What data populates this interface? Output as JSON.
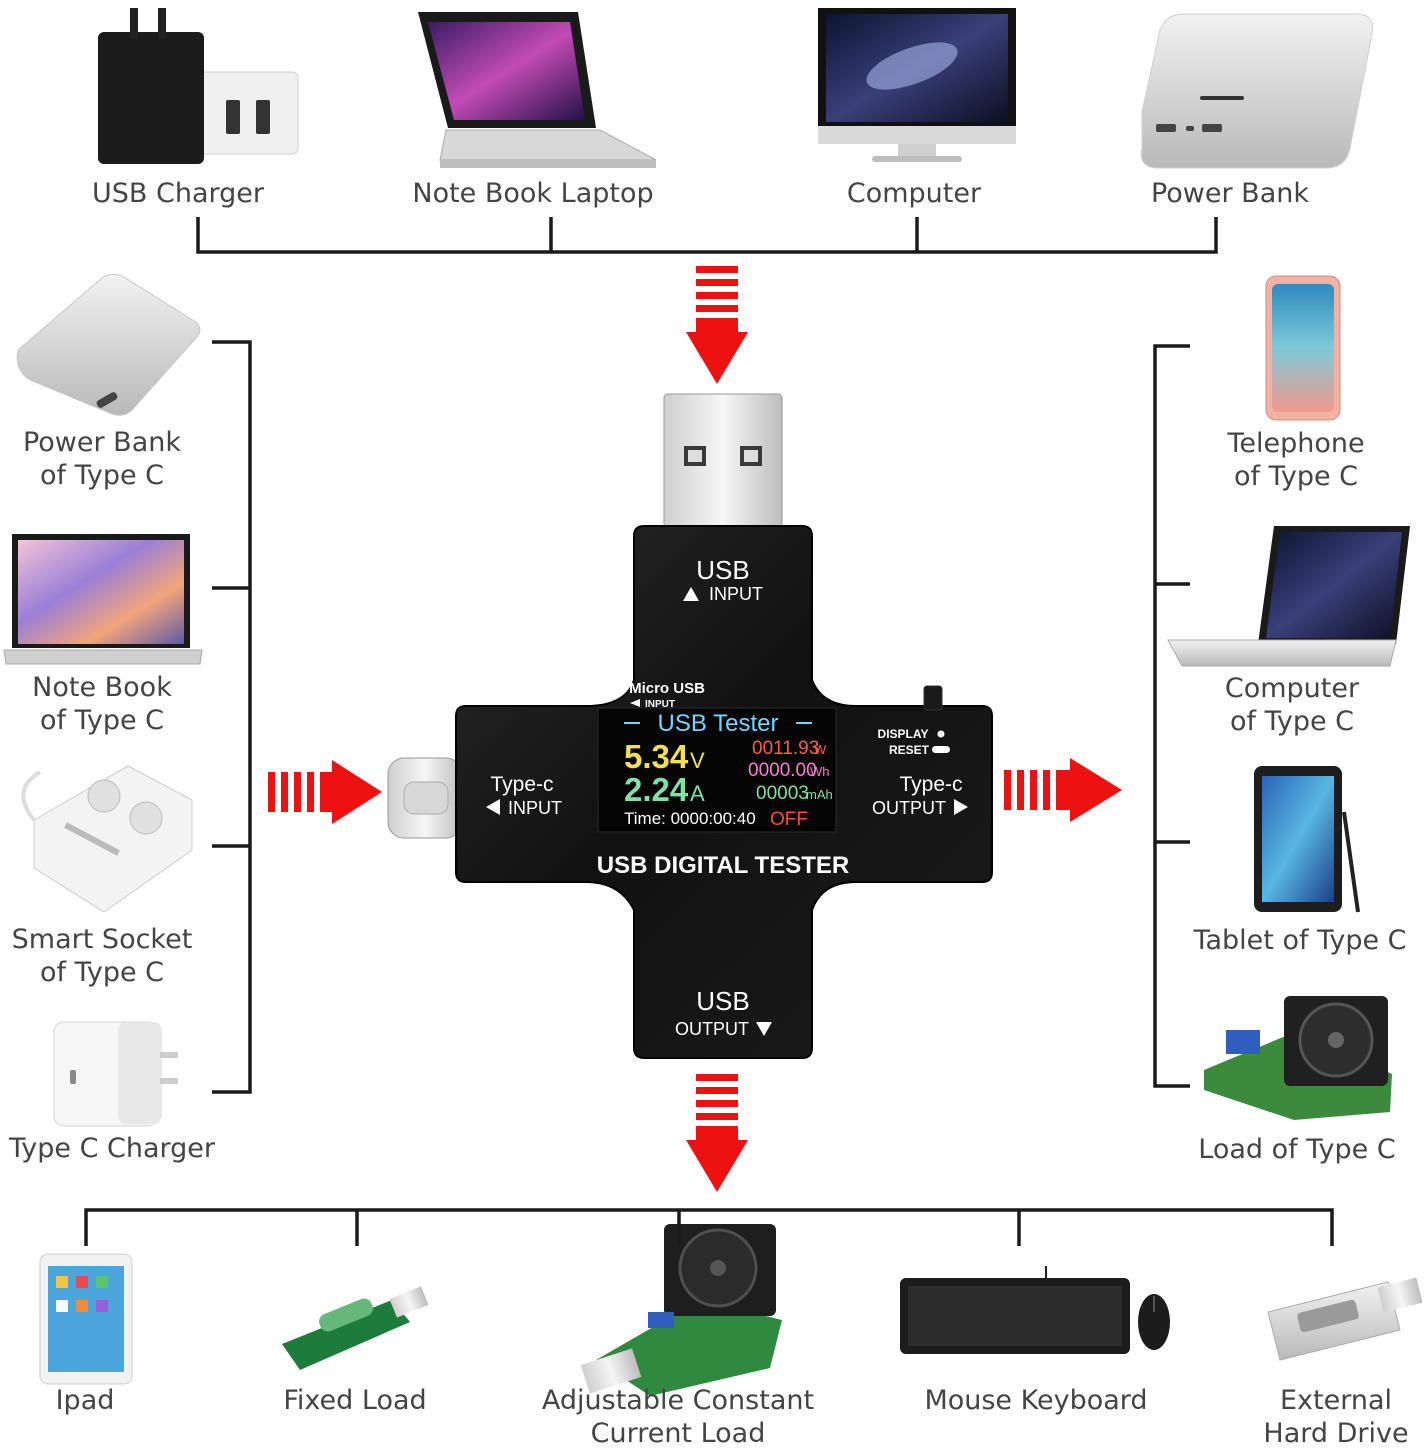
{
  "colors": {
    "arrow": "#ee1111",
    "device_body": "#141414",
    "bracket": "#1a1a1a",
    "screen_bg": "#050505"
  },
  "top_sources": [
    {
      "label": "USB Charger",
      "icon": "usb-charger-icon"
    },
    {
      "label": "Note Book Laptop",
      "icon": "laptop-icon"
    },
    {
      "label": "Computer",
      "icon": "computer-icon"
    },
    {
      "label": "Power Bank",
      "icon": "power-bank-icon"
    }
  ],
  "left_sources": [
    {
      "line1": "Power Bank",
      "line2": "of Type C",
      "icon": "power-bank-icon"
    },
    {
      "line1": "Note Book",
      "line2": "of Type C",
      "icon": "laptop-icon"
    },
    {
      "line1": "Smart Socket",
      "line2": "of Type C",
      "icon": "power-strip-icon"
    },
    {
      "line1": "Type C Charger",
      "line2": "",
      "icon": "type-c-charger-icon"
    }
  ],
  "right_loads": [
    {
      "line1": "Telephone",
      "line2": "of Type C",
      "icon": "phone-icon"
    },
    {
      "line1": "Computer",
      "line2": "of Type C",
      "icon": "laptop-icon"
    },
    {
      "line1": "Tablet of Type C",
      "line2": "",
      "icon": "tablet-icon"
    },
    {
      "line1": "Load of Type C",
      "line2": "",
      "icon": "load-board-icon"
    }
  ],
  "bottom_loads": [
    {
      "line1": "Ipad",
      "line2": "",
      "icon": "ipad-icon"
    },
    {
      "line1": "Fixed Load",
      "line2": "",
      "icon": "fixed-load-icon"
    },
    {
      "line1": "Adjustable Constant",
      "line2": "Current Load",
      "icon": "adjustable-load-icon"
    },
    {
      "line1": "Mouse Keyboard",
      "line2": "",
      "icon": "keyboard-mouse-icon"
    },
    {
      "line1": "External",
      "line2": "Hard Drive",
      "icon": "usb-drive-icon"
    }
  ],
  "device": {
    "usb_input": "USB",
    "usb_input_sub": "INPUT",
    "micro_usb": "Micro USB",
    "micro_usb_sub": "INPUT",
    "typec_input": "Type-c",
    "typec_input_sub": "INPUT",
    "typec_output": "Type-c",
    "typec_output_sub": "OUTPUT",
    "display_btn": "DISPLAY",
    "reset_btn": "RESET",
    "brand": "USB DIGITAL TESTER",
    "usb_output": "USB",
    "usb_output_sub": "OUTPUT",
    "screen": {
      "title": "USB Tester",
      "voltage": "5.34",
      "voltage_unit": "V",
      "current": "2.24",
      "current_unit": "A",
      "power": "0011.93",
      "power_unit": "W",
      "energy": "0000.00",
      "energy_unit": "Wh",
      "capacity": "00003",
      "capacity_unit": "mAh",
      "time": "Time: 0000:00:40",
      "status": "OFF"
    }
  }
}
